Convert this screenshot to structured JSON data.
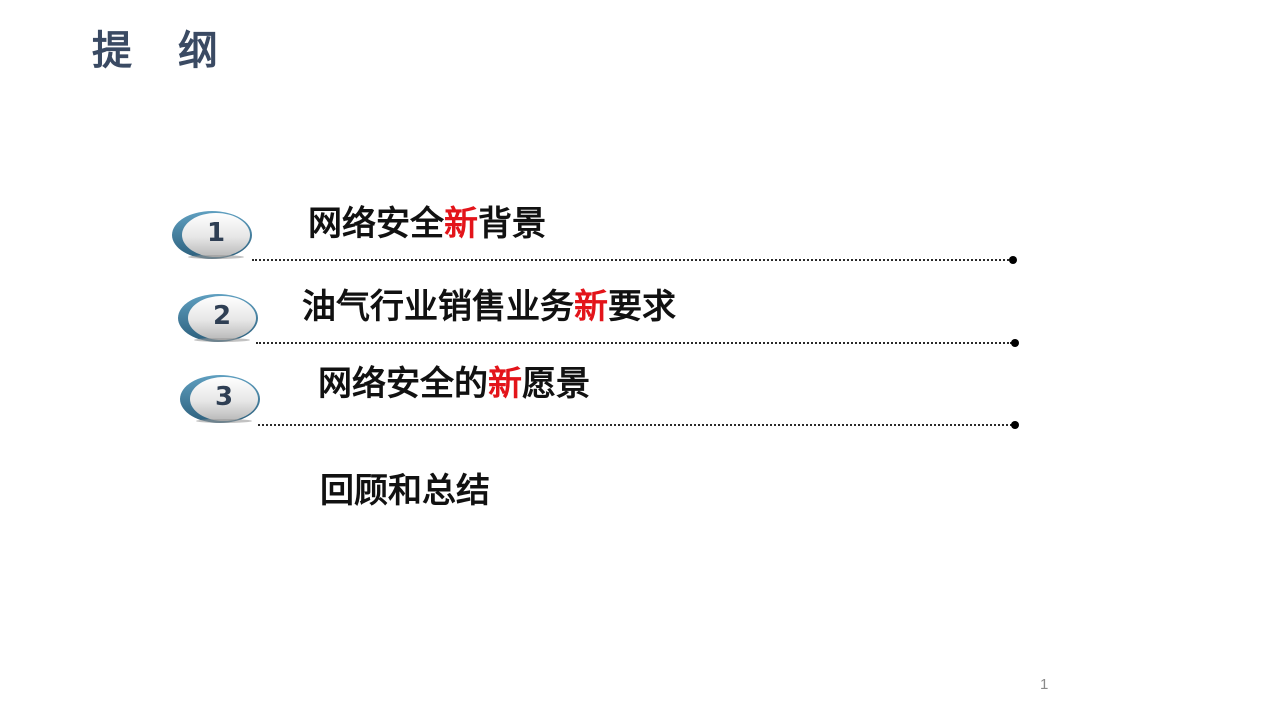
{
  "slide": {
    "title": "提 纲",
    "page_number": "1"
  },
  "colors": {
    "title": "#3a4a63",
    "accent": "#e3141a",
    "badge_ring": "#3f7fa3",
    "text": "#111111"
  },
  "outline": {
    "items": [
      {
        "number": "1",
        "before": "网络安全",
        "accent": "新",
        "after": "背景"
      },
      {
        "number": "2",
        "before": "油气行业销售业务",
        "accent": "新",
        "after": "要求"
      },
      {
        "number": "3",
        "before": "网络安全的",
        "accent": "新",
        "after": "愿景"
      }
    ],
    "summary": "回顾和总结"
  }
}
